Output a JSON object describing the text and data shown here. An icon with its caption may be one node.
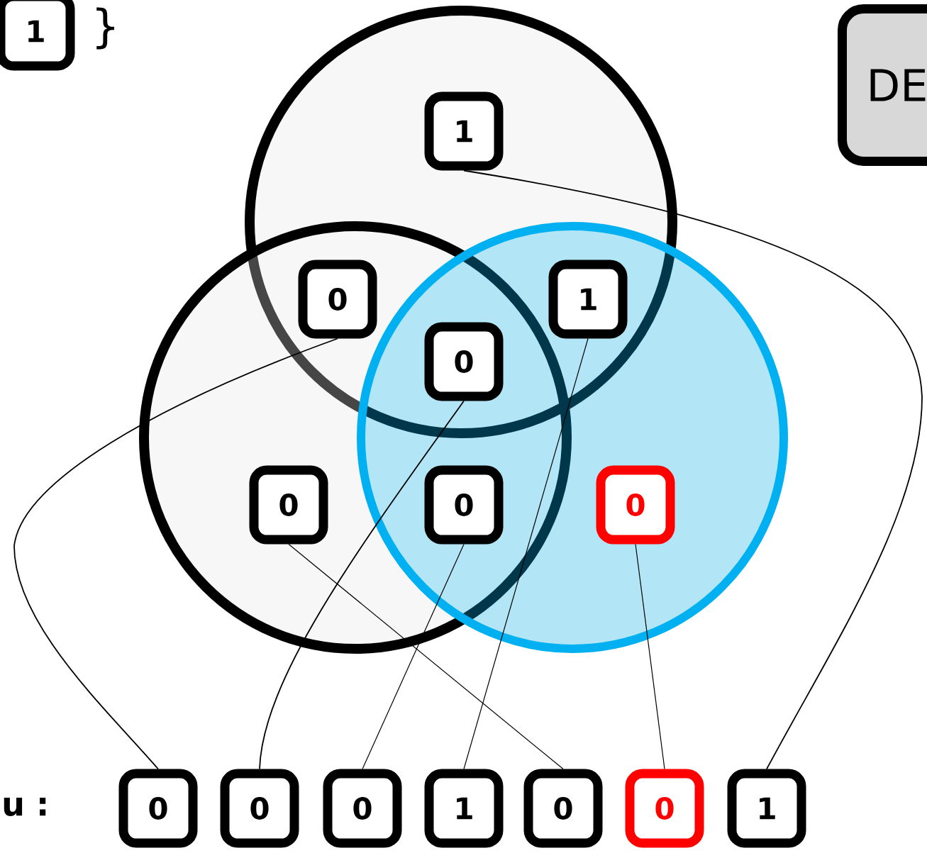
{
  "diagram": {
    "nodes": [
      {
        "text": [
          "1"
        ]
      },
      {
        "text": [
          "DE"
        ]
      },
      {
        "text": [
          "1"
        ]
      },
      {
        "text": [
          "0"
        ]
      },
      {
        "text": [
          "1"
        ]
      },
      {
        "text": [
          "0"
        ]
      },
      {
        "text": [
          "0"
        ]
      },
      {
        "text": [
          "0"
        ]
      },
      {
        "text": [
          "0"
        ]
      },
      {
        "text": [
          "0"
        ]
      },
      {
        "text": [
          "0"
        ]
      },
      {
        "text": [
          "0"
        ]
      },
      {
        "text": [
          "1"
        ]
      },
      {
        "text": [
          "0"
        ]
      },
      {
        "text": [
          "0"
        ]
      },
      {
        "text": [
          "1"
        ]
      }
    ],
    "edges": [
      {
        "from": 2,
        "to": 15,
        "arrow": "none"
      },
      {
        "from": 3,
        "to": 9,
        "arrow": "none"
      },
      {
        "from": 5,
        "to": 10,
        "arrow": "none"
      },
      {
        "from": 7,
        "to": 11,
        "arrow": "none"
      },
      {
        "from": 4,
        "to": 12,
        "arrow": "none"
      },
      {
        "from": 6,
        "to": 13,
        "arrow": "none"
      },
      {
        "from": 8,
        "to": 14,
        "arrow": "none"
      }
    ],
    "labels": [
      "}",
      "u :"
    ]
  }
}
